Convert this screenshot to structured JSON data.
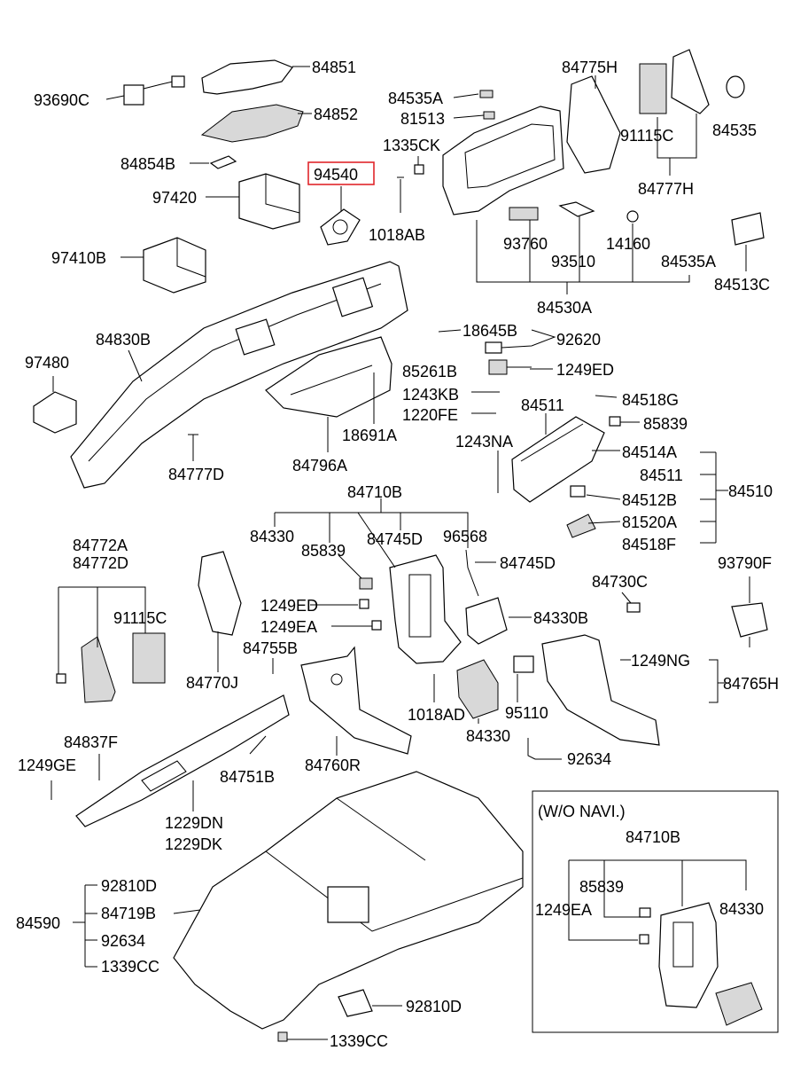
{
  "highlight_color": "#e0262b",
  "labels": {
    "l84851": "84851",
    "l93690C": "93690C",
    "l84852": "84852",
    "l84854B": "84854B",
    "l94540": "94540",
    "l97420": "97420",
    "l97410B": "97410B",
    "l1018AB": "1018AB",
    "l84535A_top": "84535A",
    "l81513": "81513",
    "l1335CK": "1335CK",
    "l84775H": "84775H",
    "l91115C_top": "91115C",
    "l84535": "84535",
    "l84777H": "84777H",
    "l93760": "93760",
    "l14160": "14160",
    "l93510": "93510",
    "l84535A_mid": "84535A",
    "l84513C": "84513C",
    "l84530A": "84530A",
    "l84830B": "84830B",
    "l97480": "97480",
    "l84777D": "84777D",
    "l84796A": "84796A",
    "l18691A": "18691A",
    "l18645B": "18645B",
    "l92620": "92620",
    "l85261B": "85261B",
    "l1249ED_top": "1249ED",
    "l1243KB": "1243KB",
    "l84518G": "84518G",
    "l1220FE": "1220FE",
    "l84511_a": "84511",
    "l85839_top": "85839",
    "l1243NA": "1243NA",
    "l84514A": "84514A",
    "l84511_b": "84511",
    "l84510": "84510",
    "l84512B": "84512B",
    "l81520A": "81520A",
    "l84518F": "84518F",
    "l84710B": "84710B",
    "l84330_top": "84330",
    "l84745D_a": "84745D",
    "l96568": "96568",
    "l85839_mid": "85839",
    "l84745D_b": "84745D",
    "l84772A": "84772A",
    "l84772D": "84772D",
    "l93790F": "93790F",
    "l84730C": "84730C",
    "l1249ED_mid": "1249ED",
    "l91115C_mid": "91115C",
    "l1249EA_mid": "1249EA",
    "l84330B": "84330B",
    "l84755B": "84755B",
    "l84770J": "84770J",
    "l1249NG": "1249NG",
    "l84765H": "84765H",
    "l1018AD": "1018AD",
    "l95110": "95110",
    "l84330_mid": "84330",
    "l84837F": "84837F",
    "l1249GE": "1249GE",
    "l84751B": "84751B",
    "l84760R": "84760R",
    "l92634_mid": "92634",
    "l1229DN": "1229DN",
    "l1229DK": "1229DK",
    "l92810D_a": "92810D",
    "l84590": "84590",
    "l84719B": "84719B",
    "l92634_low": "92634",
    "l1339CC_a": "1339CC",
    "l92810D_b": "92810D",
    "l1339CC_b": "1339CC",
    "l_wo_navi": "(W/O NAVI.)",
    "l84710B_inset": "84710B",
    "l85839_inset": "85839",
    "l1249EA_inset": "1249EA",
    "l84330_inset": "84330"
  }
}
